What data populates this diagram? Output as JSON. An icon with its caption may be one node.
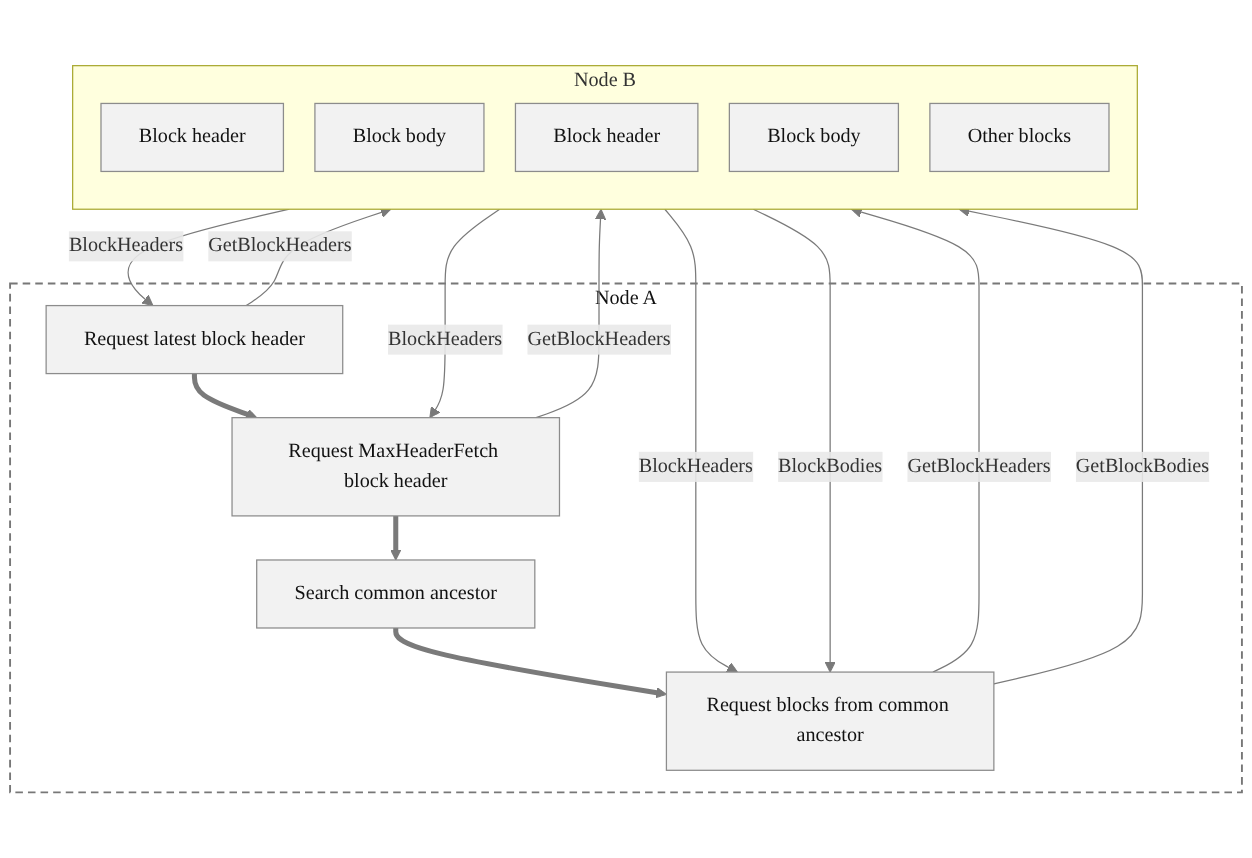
{
  "diagram": {
    "nodes": [
      {
        "text": [
          "Node A"
        ]
      },
      {
        "text": [
          "Request latest block header"
        ],
        "in": 0
      },
      {
        "text": [
          "Request MaxHeaderFetch block header"
        ],
        "in": 0
      },
      {
        "text": [
          "Search common ancestor"
        ],
        "in": 0
      },
      {
        "text": [
          "Request blocks from common ancestor"
        ],
        "in": 0
      },
      {
        "text": [
          "Node B"
        ]
      },
      {
        "text": [
          "Block header"
        ],
        "in": 5
      },
      {
        "text": [
          "Block body"
        ],
        "in": 5
      },
      {
        "text": [
          "Block header"
        ],
        "in": 5
      },
      {
        "text": [
          "Block body"
        ],
        "in": 5
      },
      {
        "text": [
          "Other blocks"
        ],
        "in": 5
      }
    ],
    "edges": [
      {
        "from": 1,
        "to": 2,
        "arrow": "to",
        "style": "thick"
      },
      {
        "from": 2,
        "to": 3,
        "arrow": "to",
        "style": "thick"
      },
      {
        "from": 3,
        "to": 4,
        "arrow": "to",
        "style": "thick"
      },
      {
        "from": 1,
        "to": 5,
        "arrow": "to",
        "label": "GetBlockHeaders"
      },
      {
        "from": 5,
        "to": 1,
        "arrow": "to",
        "label": "BlockHeaders"
      },
      {
        "from": 2,
        "to": 5,
        "arrow": "to",
        "label": "GetBlockHeaders"
      },
      {
        "from": 5,
        "to": 2,
        "arrow": "to",
        "label": "BlockHeaders"
      },
      {
        "from": 4,
        "to": 5,
        "arrow": "to",
        "label": "GetBlockHeaders"
      },
      {
        "from": 4,
        "to": 5,
        "arrow": "to",
        "label": "GetBlockBodies"
      },
      {
        "from": 5,
        "to": 4,
        "arrow": "to",
        "label": "BlockHeaders"
      },
      {
        "from": 5,
        "to": 4,
        "arrow": "to",
        "label": "BlockBodies"
      }
    ]
  }
}
